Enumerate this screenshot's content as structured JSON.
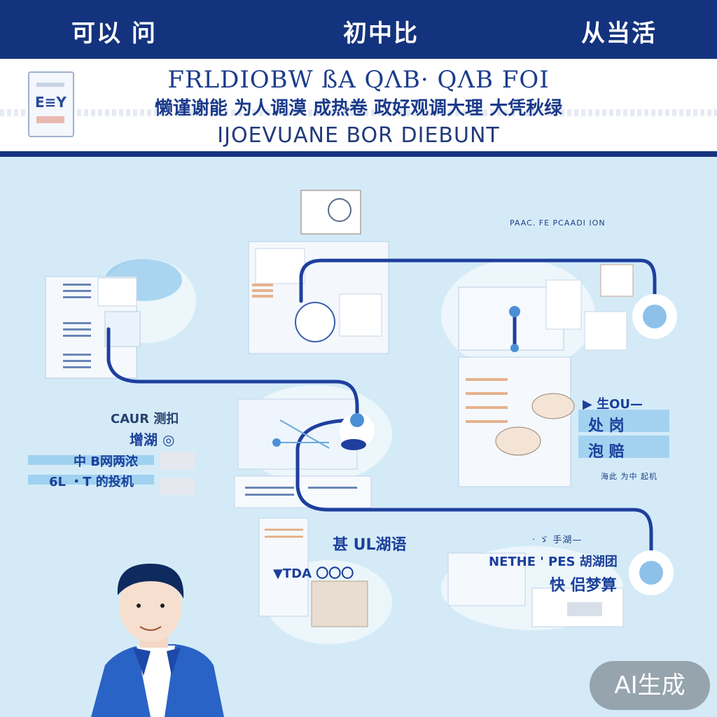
{
  "header": {
    "left": "可以 问",
    "center": "初中比",
    "right": "从当活"
  },
  "banner": {
    "title_line1": "FRLDIOBW ßA QɅB· QɅB FOI",
    "title_line2": "懒谨谢能 为人调漠 成热卷 政好观调大理 大凭秋绿",
    "title_line3": "IJOEVUANE BOR DIEBUNT",
    "logo_text": "E≡Y"
  },
  "labels": {
    "top_right": "PAAC. FE PCAADI ION",
    "left_a": "CAUR 测扣",
    "left_b": "增湖 ◎",
    "left_c": "中 B网两浓",
    "left_d": "6L ・T 的投机",
    "right_a": "▶ 生OU—",
    "right_b": "处 岗",
    "right_c": "泡 赔",
    "right_d": "海此 为中 起机",
    "center_a": "甚 UL湖语",
    "center_b": "▼TDA 〇〇〇",
    "bottom_right_a": "· ゞ 手湖—",
    "bottom_right_b": "NETHE ' PES 胡湖团",
    "bottom_right_c": "快 侣梦算"
  },
  "badge": {
    "text": "AI生成"
  },
  "colors": {
    "navy": "#14337e",
    "sky": "#d4ebf7",
    "line": "#1f3f9e",
    "node": "#8ec1ea"
  }
}
